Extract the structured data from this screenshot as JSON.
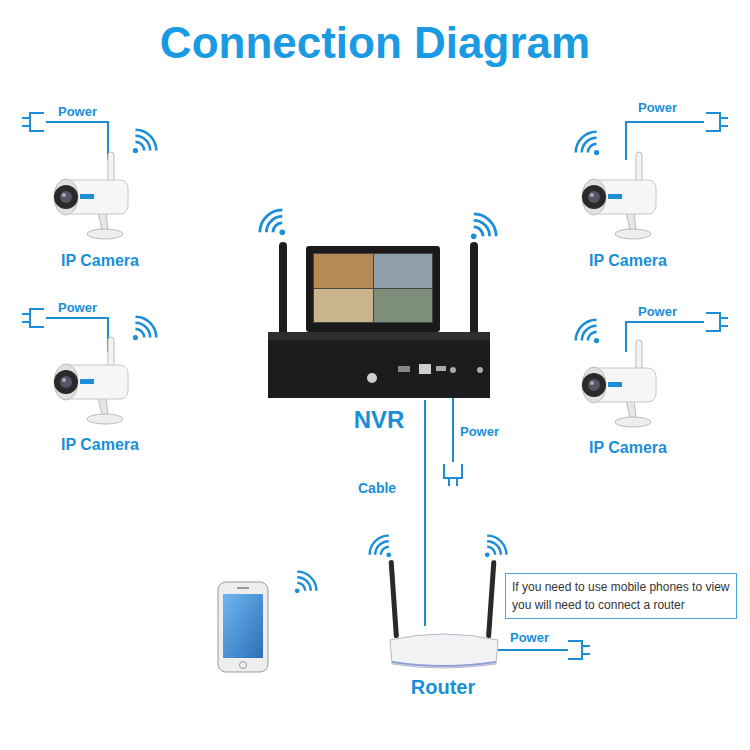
{
  "diagram": {
    "title": "Connection Diagram",
    "nodes": [
      {
        "text": [
          "IP Camera"
        ]
      },
      {
        "text": [
          "IP Camera"
        ]
      },
      {
        "text": [
          "IP Camera"
        ]
      },
      {
        "text": [
          "IP Camera"
        ]
      },
      {
        "text": [
          "NVR"
        ]
      },
      {
        "text": [
          "If you need to use mobile phones to view you will need to connect a router"
        ]
      },
      {
        "text": [
          "Router"
        ]
      }
    ],
    "edges": [
      {
        "from": 4,
        "to": 6,
        "label": "Cable",
        "arrow": "none"
      }
    ],
    "labels": [
      "Power",
      "Power",
      "Power",
      "Power",
      "Power",
      "Power"
    ]
  }
}
